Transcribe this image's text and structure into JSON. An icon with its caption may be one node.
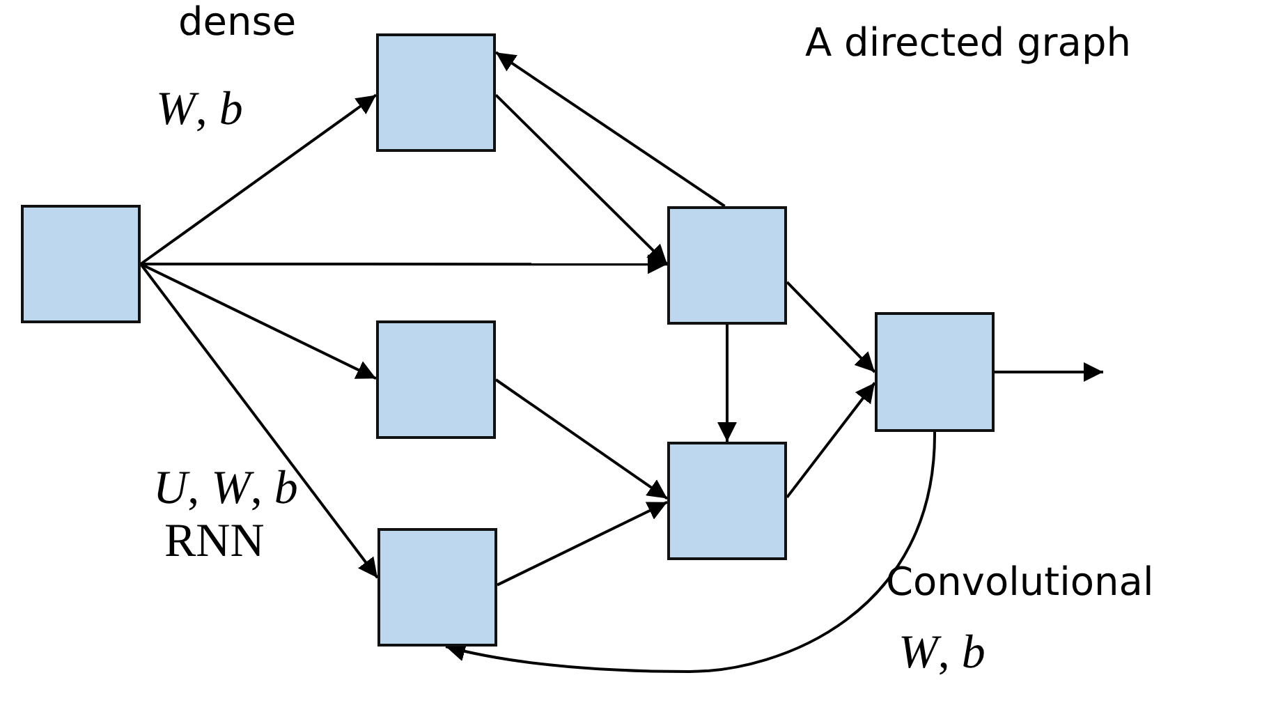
{
  "diagram": {
    "title": "A directed graph",
    "nodes": [
      {
        "text": [],
        "shape": "box"
      },
      {
        "text": [],
        "shape": "box"
      },
      {
        "text": [],
        "shape": "box"
      },
      {
        "text": [],
        "shape": "box"
      },
      {
        "text": [],
        "shape": "box"
      },
      {
        "text": [],
        "shape": "box"
      },
      {
        "text": [],
        "shape": "box"
      }
    ],
    "edges": [
      {
        "from": 0,
        "to": 1,
        "arrow": "to"
      },
      {
        "from": 0,
        "to": 4,
        "arrow": "to"
      },
      {
        "from": 0,
        "to": 2,
        "arrow": "to"
      },
      {
        "from": 0,
        "to": 3,
        "arrow": "to"
      },
      {
        "from": 1,
        "to": 4,
        "arrow": "to"
      },
      {
        "from": 4,
        "to": 1,
        "arrow": "to"
      },
      {
        "from": 2,
        "to": 5,
        "arrow": "to"
      },
      {
        "from": 3,
        "to": 5,
        "arrow": "to"
      },
      {
        "from": 4,
        "to": 5,
        "arrow": "to"
      },
      {
        "from": 4,
        "to": 6,
        "arrow": "to"
      },
      {
        "from": 5,
        "to": 6,
        "arrow": "to"
      },
      {
        "from": 6,
        "to": 3,
        "arrow": "to"
      },
      {
        "from": 6,
        "to": null,
        "arrow": "to"
      }
    ],
    "labels": [
      "dense",
      "*W*, *b*",
      "*U*, *W*, *b*",
      "RNN",
      "Convolutional",
      "*W*, *b*"
    ]
  }
}
